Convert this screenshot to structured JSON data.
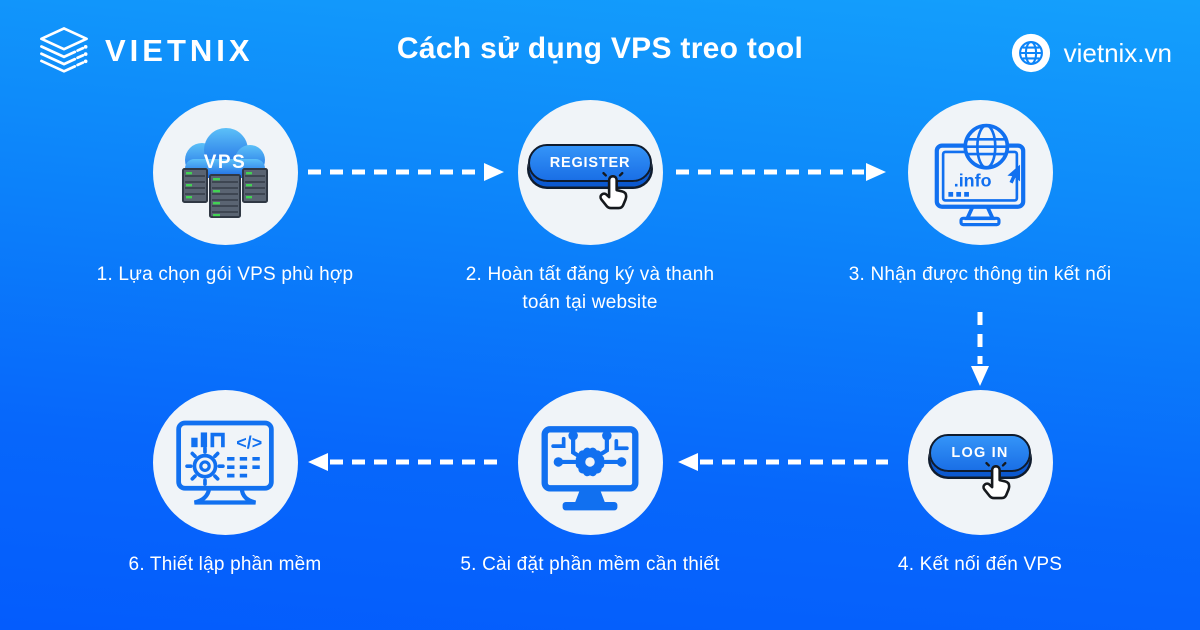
{
  "header": {
    "brand": "VIETNIX",
    "title": "Cách sử dụng VPS treo tool",
    "website": {
      "label": "vietnix.vn"
    }
  },
  "steps": [
    {
      "id": 1,
      "icon": "vps-cloud-servers-icon",
      "icon_text": "VPS",
      "label": "1. Lựa chọn gói VPS phù hợp"
    },
    {
      "id": 2,
      "icon": "register-button-icon",
      "icon_text": "REGISTER",
      "label": "2. Hoàn tất đăng ký và thanh toán tại website"
    },
    {
      "id": 3,
      "icon": "monitor-globe-info-icon",
      "icon_text": ".info",
      "label": "3. Nhận được thông tin kết nối"
    },
    {
      "id": 4,
      "icon": "login-button-icon",
      "icon_text": "LOG IN",
      "label": "4. Kết nối đến VPS"
    },
    {
      "id": 5,
      "icon": "monitor-gear-circuit-icon",
      "icon_text": "",
      "label": "5. Cài đặt phần mềm cần thiết"
    },
    {
      "id": 6,
      "icon": "monitor-code-gear-icon",
      "icon_text": "</>",
      "label": "6. Thiết lập phần mềm"
    }
  ],
  "arrows": [
    {
      "from": 1,
      "to": 2,
      "direction": "right",
      "style": "dashed"
    },
    {
      "from": 2,
      "to": 3,
      "direction": "right",
      "style": "dashed"
    },
    {
      "from": 3,
      "to": 4,
      "direction": "down",
      "style": "dashed"
    },
    {
      "from": 4,
      "to": 5,
      "direction": "left",
      "style": "dashed"
    },
    {
      "from": 5,
      "to": 6,
      "direction": "left",
      "style": "dashed"
    }
  ],
  "colors": {
    "bg_top": "#14a0fc",
    "bg_bottom": "#045cfd",
    "icon_blue": "#1170f0",
    "circle_bg": "#f0f4f8",
    "text": "#ffffff",
    "button_blue": "#1d7bf2",
    "server_gray": "#5a6472",
    "led_green": "#42d253"
  }
}
